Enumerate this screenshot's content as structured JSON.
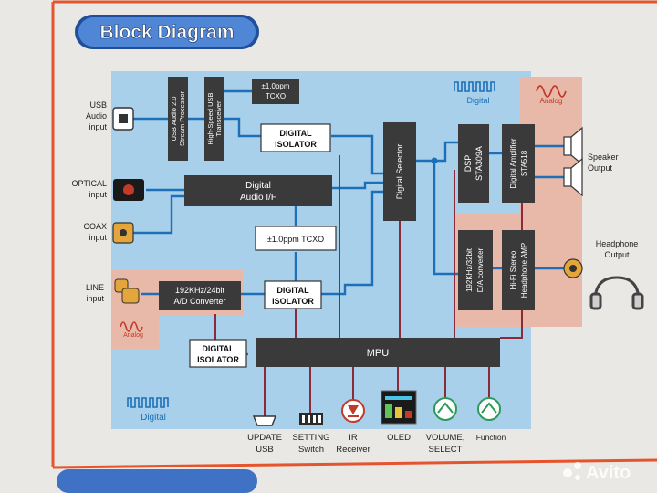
{
  "header": {
    "title": "Block Diagram"
  },
  "zones": {
    "digital_top": "Digital",
    "digital_bottom": "Digital",
    "analog_top": "Analog",
    "analog_line": "Analog"
  },
  "inputs": {
    "usb": [
      "USB",
      "Audio",
      "input"
    ],
    "optical": [
      "OPTICAL",
      "input"
    ],
    "coax": [
      "COAX",
      "input"
    ],
    "line": [
      "LINE",
      "input"
    ]
  },
  "blocks": {
    "usb_stream": [
      "USB Audio 2.0",
      "Stream Processor"
    ],
    "usb_transceiver": [
      "High-Speed USB",
      "Transceiver"
    ],
    "tcxo_small": [
      "±1.0ppm",
      "TCXO"
    ],
    "isolator_top": [
      "DIGITAL",
      "ISOLATOR"
    ],
    "digital_audio_if": [
      "Digital",
      "Audio I/F"
    ],
    "tcxo_mid": "±1.0ppm TCXO",
    "adc": [
      "192KHz/24bit",
      "A/D Converter"
    ],
    "isolator_mid": [
      "DIGITAL",
      "ISOLATOR"
    ],
    "isolator_left": [
      "DIGITAL",
      "ISOLATOR"
    ],
    "mpu": "MPU",
    "digital_selector": "Digital Selector",
    "dsp": [
      "DSP",
      "STA309A"
    ],
    "digital_amp": [
      "Digital Amplifier",
      "STA518"
    ],
    "dac": [
      "192KHz/32bit",
      "D/A converter"
    ],
    "hp_amp": [
      "Hi-Fi Stereo",
      "Headphone AMP"
    ]
  },
  "outputs": {
    "speaker": [
      "Speaker",
      "Output"
    ],
    "headphone": [
      "Headphone",
      "Output"
    ]
  },
  "peripherals": {
    "update_usb": [
      "UPDATE",
      "USB"
    ],
    "setting_switch": [
      "SETTING",
      "Switch"
    ],
    "ir_receiver": [
      "IR",
      "Receiver"
    ],
    "oled": [
      "OLED"
    ],
    "volume_select": [
      "VOLUME,",
      "SELECT"
    ],
    "function": [
      "Function"
    ]
  },
  "watermark": "Avito",
  "colors": {
    "digital_zone": "#a8d0ea",
    "analog_zone": "#e8b9a8",
    "block": "#3a3a3a",
    "wire": "#1d6fb8",
    "wire_red": "#8a2a3a",
    "header_box": "#3f72c4",
    "frame": "#e5542c"
  }
}
